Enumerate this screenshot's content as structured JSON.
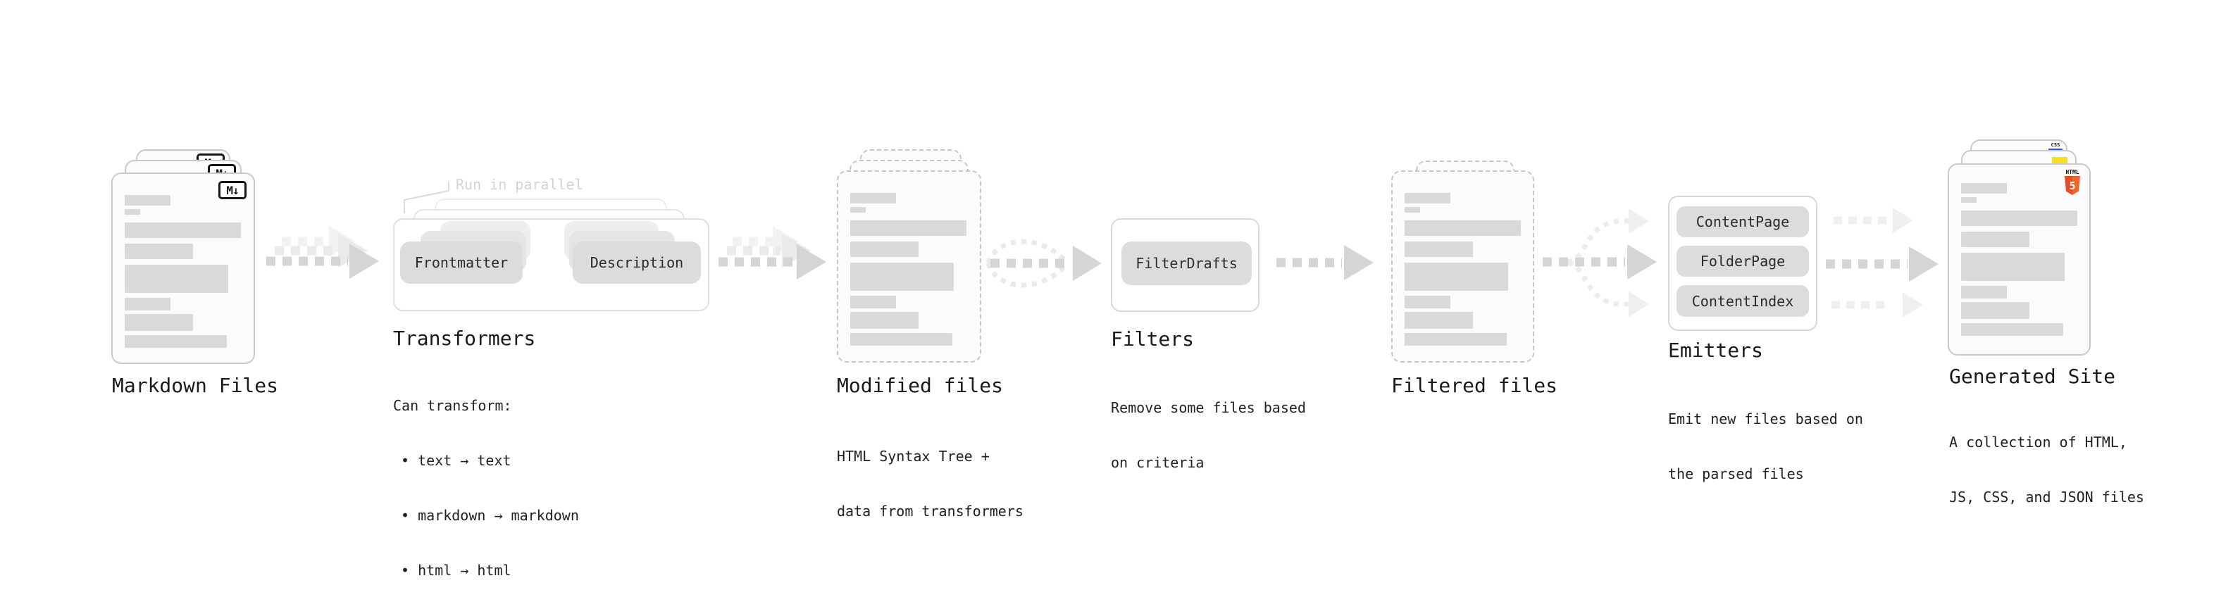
{
  "nodes": {
    "markdown_files": {
      "label": "Markdown Files",
      "file_badge": "M↓"
    },
    "transformers": {
      "label": "Transformers",
      "annotation": "Run in parallel",
      "pills": [
        "Frontmatter",
        "Description"
      ],
      "desc": [
        "Can transform:",
        "• text → text",
        "• markdown → markdown",
        "• html → html"
      ]
    },
    "modified_files": {
      "label": "Modified files",
      "desc": [
        "HTML Syntax Tree +",
        "data from transformers"
      ]
    },
    "filters": {
      "label": "Filters",
      "pills": [
        "FilterDrafts"
      ],
      "desc": [
        "Remove some files based",
        "on criteria"
      ]
    },
    "filtered_files": {
      "label": "Filtered files"
    },
    "emitters": {
      "label": "Emitters",
      "pills": [
        "ContentPage",
        "FolderPage",
        "ContentIndex"
      ],
      "desc": [
        "Emit new files based on",
        "the parsed files"
      ]
    },
    "generated_site": {
      "label": "Generated Site",
      "desc": [
        "A collection of HTML,",
        "JS, CSS, and JSON files"
      ],
      "badges": {
        "css": "CSS",
        "html_caption": "HTML",
        "html_number": "5"
      }
    }
  },
  "colors": {
    "arrow_dark": "#d5d5d5",
    "arrow_light": "#eaeaea",
    "html5_orange": "#e44d26",
    "js_yellow": "#f7df1e",
    "css_blue": "#2b5ce6"
  }
}
